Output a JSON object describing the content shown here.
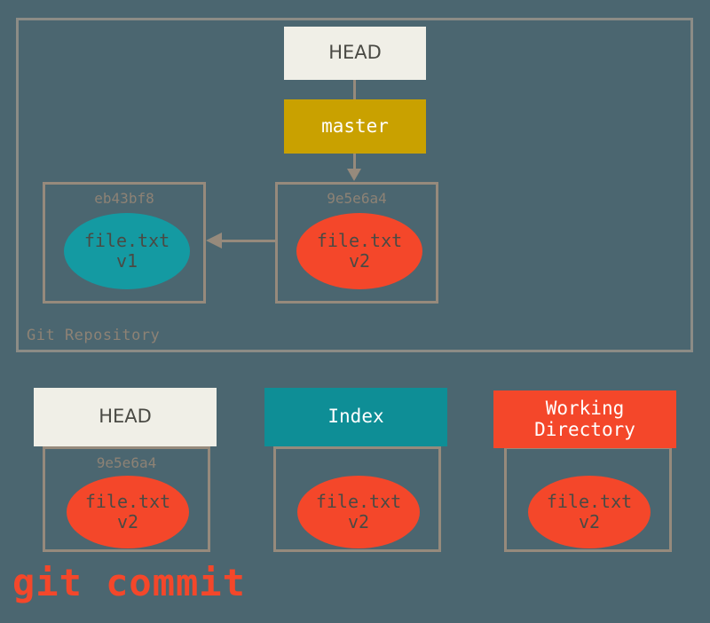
{
  "diagram": {
    "title": "git commit",
    "background_color": "#4b6670",
    "repository": {
      "label": "Git Repository",
      "border_color": "#8c8c86",
      "refs": [
        {
          "name": "head-ref",
          "label": "HEAD",
          "fill": "#f0efe7",
          "text_color": "#4a4a44"
        },
        {
          "name": "master-ref",
          "label": "master",
          "fill": "#c9a100",
          "text_color": "#ffffff"
        }
      ],
      "commits": [
        {
          "name": "commit-eb43bf8",
          "hash": "eb43bf8",
          "blob_file": "file.txt",
          "blob_version": "v1",
          "blob_color": "#149aa2"
        },
        {
          "name": "commit-9e5e6a4",
          "hash": "9e5e6a4",
          "blob_file": "file.txt",
          "blob_version": "v2",
          "blob_color": "#f4472a"
        }
      ]
    },
    "areas": [
      {
        "name": "area-head",
        "label": "HEAD",
        "header_fill": "#f0efe7",
        "header_text_color": "#4a4a44",
        "hash": "9e5e6a4",
        "blob_file": "file.txt",
        "blob_version": "v2",
        "blob_color": "#f4472a"
      },
      {
        "name": "area-index",
        "label": "Index",
        "header_fill": "#0e8e96",
        "header_text_color": "#ffffff",
        "hash": "",
        "blob_file": "file.txt",
        "blob_version": "v2",
        "blob_color": "#f4472a"
      },
      {
        "name": "area-working-directory",
        "label": "Working\nDirectory",
        "label_line1": "Working",
        "label_line2": "Directory",
        "header_fill": "#f4472a",
        "header_text_color": "#ffffff",
        "hash": "",
        "blob_file": "file.txt",
        "blob_version": "v2",
        "blob_color": "#f4472a"
      }
    ],
    "connectors": {
      "head_to_master": "arrow-head-to-master",
      "master_to_commit": "arrow-master-to-commit",
      "commit_parent_link": "arrow-v2-to-v1"
    }
  }
}
